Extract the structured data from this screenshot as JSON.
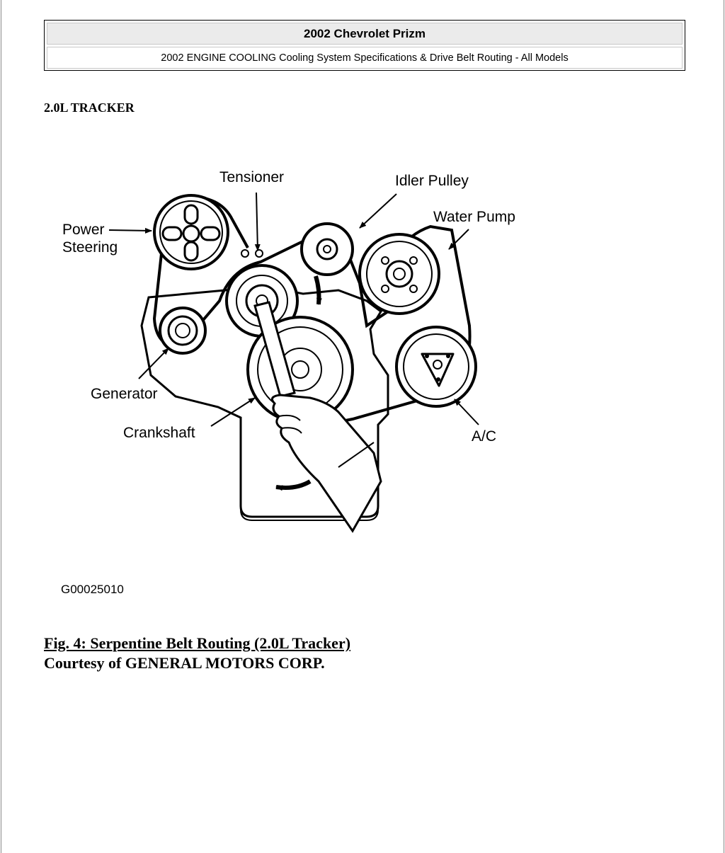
{
  "header": {
    "title": "2002 Chevrolet Prizm",
    "subtitle": "2002 ENGINE COOLING Cooling System Specifications & Drive Belt Routing - All Models"
  },
  "section": {
    "heading": "2.0L TRACKER"
  },
  "figure": {
    "labels": {
      "tensioner": "Tensioner",
      "idler_pulley": "Idler Pulley",
      "water_pump": "Water Pump",
      "power": "Power",
      "steering": "Steering",
      "generator": "Generator",
      "crankshaft": "Crankshaft",
      "ac": "A/C"
    },
    "code": "G00025010",
    "caption_title": "Fig. 4: Serpentine Belt Routing (2.0L Tracker)",
    "caption_credit": "Courtesy of GENERAL MOTORS CORP."
  }
}
